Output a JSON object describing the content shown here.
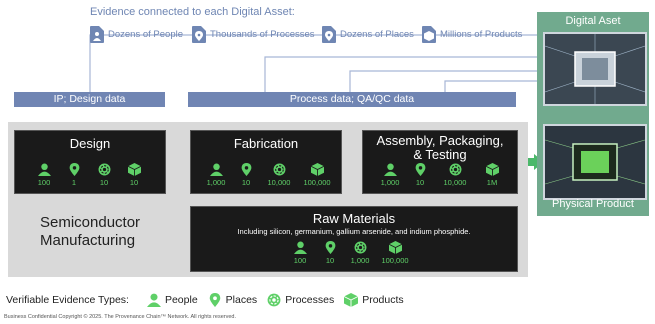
{
  "evidence": {
    "title": "Evidence connected to each Digital Asset:",
    "items": [
      {
        "label": "Dozens of People",
        "icon": "person-icon"
      },
      {
        "label": "Thousands of Processes",
        "icon": "location-pin-icon"
      },
      {
        "label": "Dozens of Places",
        "icon": "location-pin-icon"
      },
      {
        "label": "Millions of Products",
        "icon": "cube-icon"
      }
    ]
  },
  "bars": {
    "ip": "IP; Design data",
    "process": "Process data; QA/QC data"
  },
  "boxes": {
    "design": {
      "title": "Design",
      "values": [
        "100",
        "1",
        "10",
        "10"
      ]
    },
    "fabrication": {
      "title": "Fabrication",
      "values": [
        "1,000",
        "10",
        "10,000",
        "100,000"
      ]
    },
    "assembly": {
      "title_line1": "Assembly, Packaging,",
      "title_line2": "& Testing",
      "values": [
        "1,000",
        "10",
        "10,000",
        "1M"
      ]
    },
    "raw": {
      "title": "Raw Materials",
      "subtitle": "Including silicon, germanium, gallium arsenide, and indium phosphide.",
      "values": [
        "100",
        "10",
        "1,000",
        "100,000"
      ]
    }
  },
  "semiconductor": {
    "line1": "Semiconductor",
    "line2": "Manufacturing"
  },
  "right_panel": {
    "digital": "Digital Aset",
    "physical": "Physical Product"
  },
  "legend": {
    "title": "Verifiable Evidence Types:",
    "items": [
      {
        "label": "People",
        "icon": "person-icon"
      },
      {
        "label": "Places",
        "icon": "location-pin-icon"
      },
      {
        "label": "Processes",
        "icon": "gear-icon"
      },
      {
        "label": "Products",
        "icon": "cube-icon"
      }
    ]
  },
  "footer": "Business Confidential Copyright © 2025. The Provenance Chain™ Network. All rights reserved.",
  "colors": {
    "green": "#5fd068",
    "blue": "#7085b3",
    "panel_green": "#71aa8e",
    "box_dark": "#1a1a1a"
  }
}
